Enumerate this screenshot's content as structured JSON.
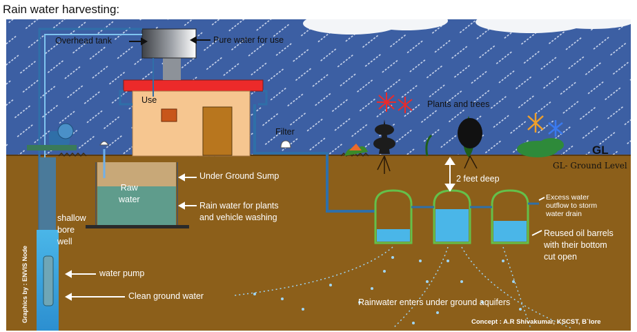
{
  "heading": "Rain water harvesting:",
  "labels": {
    "overhead_tank": "Overhead tank",
    "pure_water": "Pure water for use",
    "use": "Use",
    "filter": "Filter",
    "plants_trees": "Plants and trees",
    "gl": "GL",
    "gl_ground_level": "GL- Ground Level",
    "under_ground_sump": "Under Ground Sump",
    "raw_water": [
      "Raw",
      "water"
    ],
    "rain_water_plants": [
      "Rain water for plants",
      "and vehicle washing"
    ],
    "two_feet_deep": "2 feet deep",
    "excess_water": [
      "Excess water",
      "outflow to storm",
      "water drain"
    ],
    "reused_barrels": [
      "Reused oil barrels",
      "with their bottom",
      "cut open"
    ],
    "shallow_bore_well": [
      "shallow",
      "bore",
      "well"
    ],
    "water_pump": "water pump",
    "clean_ground_water": "Clean ground water",
    "rainwater_aquifers": "Rainwater enters under ground aquifers",
    "concept": "Concept : A.R Shivakumar, KSCST, B`lore",
    "graphics_by": "Graphics by : ENVIS Node"
  },
  "colors": {
    "sky": "#3c5fa3",
    "soil": "#8c5f1a",
    "house_wall": "#f6c690",
    "roof": "#ec2a2a",
    "tank": "#555a63",
    "water": "#4ab6e8",
    "sump_water": "#5f9c8c",
    "pipe": "#2f6fa8",
    "barrel": "#64c04a"
  },
  "icons": [
    "rain-streaks",
    "cloud",
    "flower-red",
    "flower-orange",
    "flower-blue",
    "tree",
    "shrub"
  ]
}
